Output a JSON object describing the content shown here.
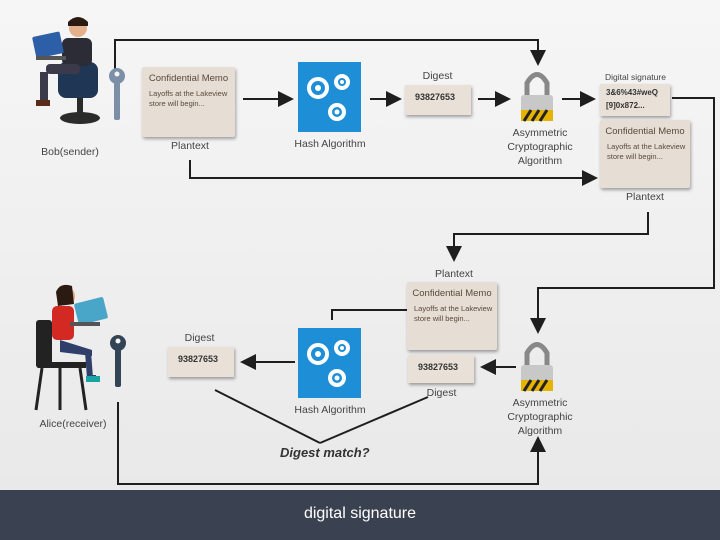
{
  "footer": {
    "caption": "digital signature"
  },
  "sender": {
    "name": "Bob(sender)"
  },
  "receiver": {
    "name": "Alice(receiver)"
  },
  "memo": {
    "title": "Confidential Memo",
    "body": "Layoffs at the Lakeview store will begin..."
  },
  "labels": {
    "plaintext": "Plantext",
    "hash_algorithm": "Hash Algorithm",
    "digest": "Digest",
    "digest_value": "93827653",
    "asymmetric": "Asymmetric",
    "cryptographic": "Cryptographic",
    "algorithm": "Algorithm",
    "digital_signature": "Digital signature",
    "signature_line1": "3&6%43#weQ",
    "signature_line2": "[9]0x872...",
    "digest_match": "Digest match?"
  },
  "colors": {
    "arrow": "#1e1e1e",
    "gear_box": "#1e8fd6",
    "footer": "#3a4150",
    "key": "#7b8fa6"
  }
}
